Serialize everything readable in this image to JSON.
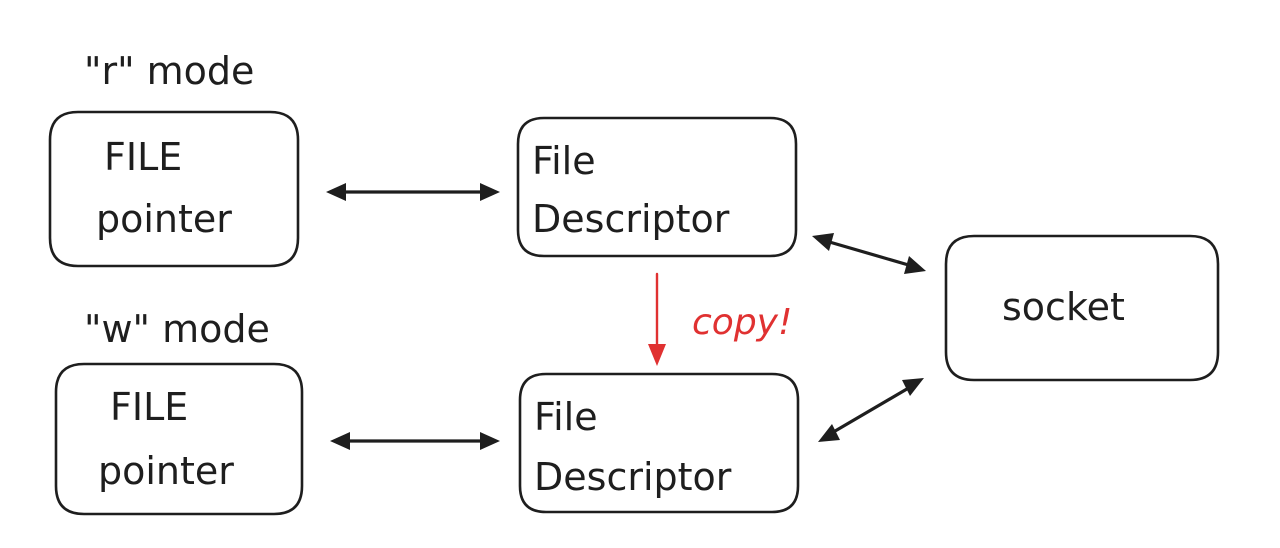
{
  "diagram": {
    "r_group": {
      "mode_label": "\"r\" mode",
      "file_pointer": [
        "FILE",
        "pointer"
      ],
      "file_descriptor": [
        "File",
        "Descriptor"
      ]
    },
    "w_group": {
      "mode_label": "\"w\" mode",
      "file_pointer": [
        "FILE",
        "pointer"
      ],
      "file_descriptor": [
        "File",
        "Descriptor"
      ]
    },
    "socket": "socket",
    "copy_label": "copy!",
    "colors": {
      "ink": "#1e1e1e",
      "copy": "#e03131",
      "background": "#ffffff"
    }
  }
}
